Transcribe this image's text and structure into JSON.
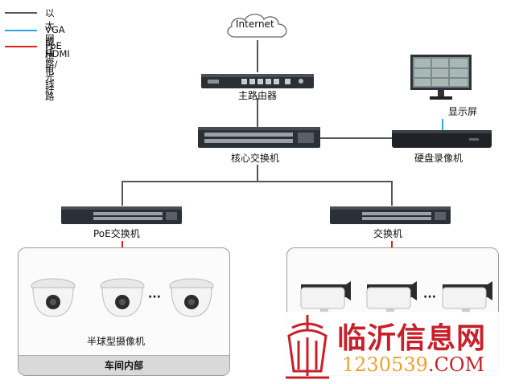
{
  "legend": [
    {
      "label": "以太网线路/光纤",
      "color": "#555555"
    },
    {
      "label": "VGA或HDMI",
      "color": "#2aa8e0"
    },
    {
      "label": "PoE供电线路",
      "color": "#e0201b"
    }
  ],
  "nodes": {
    "internet": "Internet",
    "router": "主路由器",
    "core_switch": "核心交换机",
    "monitor": "显示屏",
    "nvr": "硬盘录像机",
    "poe_switch": "PoE交换机",
    "switch": "交换机",
    "dome_cameras": "半球型摄像机",
    "ellipsis_left": "···",
    "ellipsis_right": "···"
  },
  "zones": {
    "workshop": "车间内部"
  },
  "watermark": {
    "title": "临沂信息网",
    "url_prefix": "1230539",
    "url_suffix": ".COM"
  },
  "colors": {
    "ethernet": "#555555",
    "video": "#2aa8e0",
    "poe": "#e0201b",
    "watermark_red": "#c8202a",
    "watermark_orange": "#f0a030"
  }
}
